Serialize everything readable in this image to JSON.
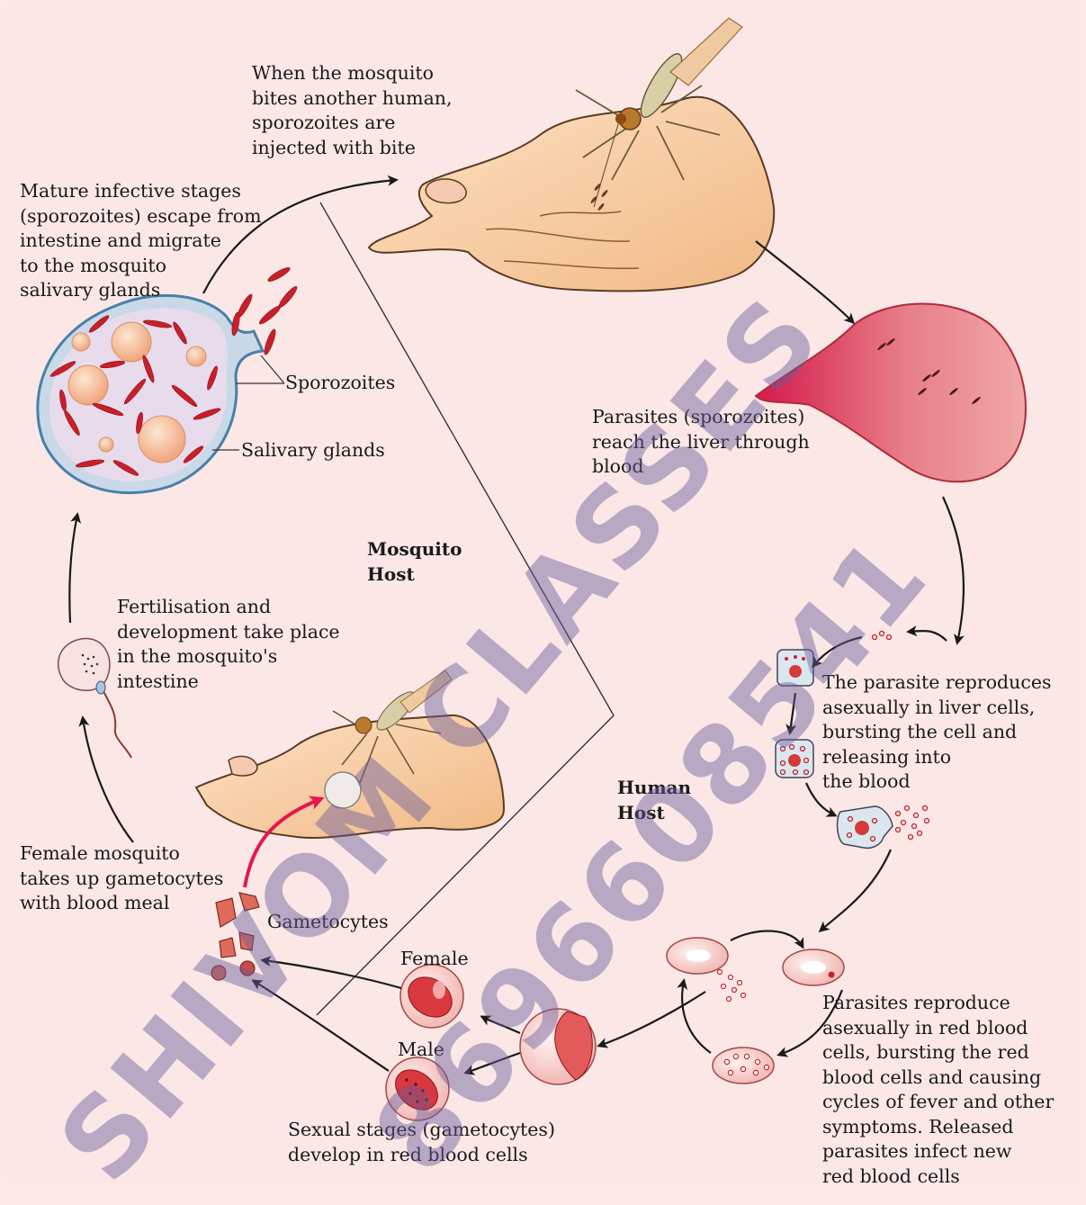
{
  "labels": {
    "mosquito_bites": "When the mosquito\nbites another human,\nsporozoites are\ninjected with bite",
    "mature_stages": "Mature infective stages\n(sporozoites) escape from\nintestine and migrate\nto the mosquito\nsalivary glands",
    "sporozoites": "Sporozoites",
    "salivary_glands": "Salivary glands",
    "liver": "Parasites (sporozoites)\nreach the liver through\nblood",
    "mosquito_host": "Mosquito\nHost",
    "human_host": "Human\nHost",
    "fertilisation": "Fertilisation and\ndevelopment take place\nin the mosquito's\nintestine",
    "liver_reproduce": "The parasite reproduces\nasexually in liver cells,\nbursting the cell and\nreleasing into\nthe blood",
    "female_mosquito": "Female mosquito\ntakes up gametocytes\nwith blood meal",
    "gametocytes": "Gametocytes",
    "female": "Female",
    "male": "Male",
    "rbc_reproduce": "Parasites reproduce\nasexually in red blood\ncells, bursting the red\nblood cells and causing\ncycles of fever and other\nsymptoms. Released\nparasites infect new\nred blood cells",
    "sexual_stages": "Sexual stages (gametocytes)\ndevelop in red blood cells"
  },
  "watermark": {
    "line1": "SHIVOM CLASSES",
    "line2": "8696608541"
  },
  "colors": {
    "background": "#fbe8e6",
    "parasite_red": "#c8202a",
    "liver": "#e0455a",
    "watermark": "#695c9b",
    "arrow": "#1a1a1a",
    "highlight_arrow": "#e8164e"
  }
}
